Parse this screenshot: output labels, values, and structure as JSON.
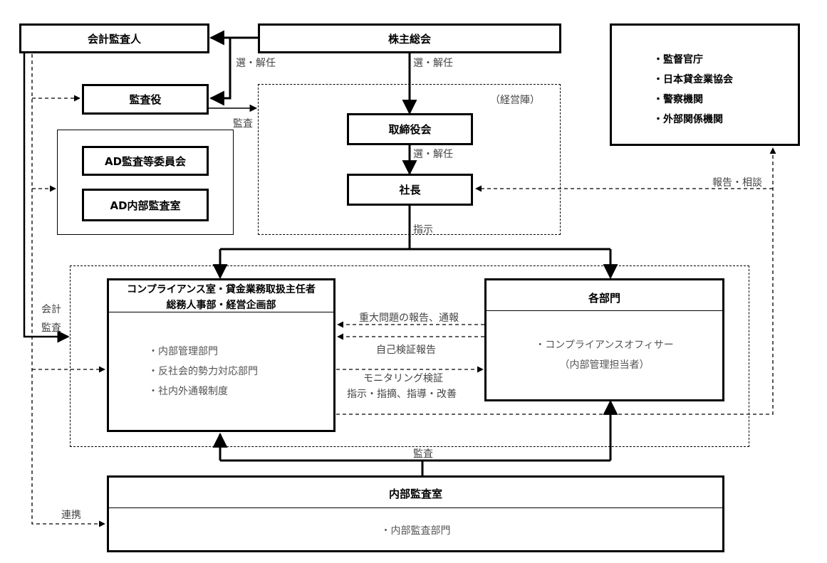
{
  "boxes": {
    "accounting_auditor": "会計監査人",
    "shareholders_meeting": "株主総会",
    "corporate_auditor": "監査役",
    "ad_audit_committee": "AD監査等委員会",
    "ad_internal_audit": "AD内部監査室",
    "board": "取締役会",
    "president": "社長",
    "compliance_title_1": "コンプライアンス室・貸金業務取扱主任者",
    "compliance_title_2": "総務人事部・経営企画部",
    "compliance_items": [
      "・内部管理部門",
      "・反社会的勢力対応部門",
      "・社内外通報制度"
    ],
    "departments_title": "各部門",
    "departments_items": [
      "・コンプライアンスオフィサー",
      "（内部管理担当者）"
    ],
    "internal_audit_title": "内部監査室",
    "internal_audit_item": "・内部監査部門",
    "external_items": [
      "・監督官庁",
      "・日本貸金業協会",
      "・警察機関",
      "・外部関係機関"
    ]
  },
  "labels": {
    "elect_dismiss_1": "選・解任",
    "elect_dismiss_2": "選・解任",
    "elect_dismiss_3": "選・解任",
    "audit_1": "監査",
    "management": "（経営陣）",
    "instruction": "指示",
    "report_consult": "報告・相談",
    "accounting": "会計",
    "audit_2": "監査",
    "serious_report": "重大問題の報告、通報",
    "self_check": "自己検証報告",
    "monitoring": "モニタリング検証",
    "guidance": "指示・指摘、指導・改善",
    "audit_3": "監査",
    "cooperation": "連携"
  }
}
